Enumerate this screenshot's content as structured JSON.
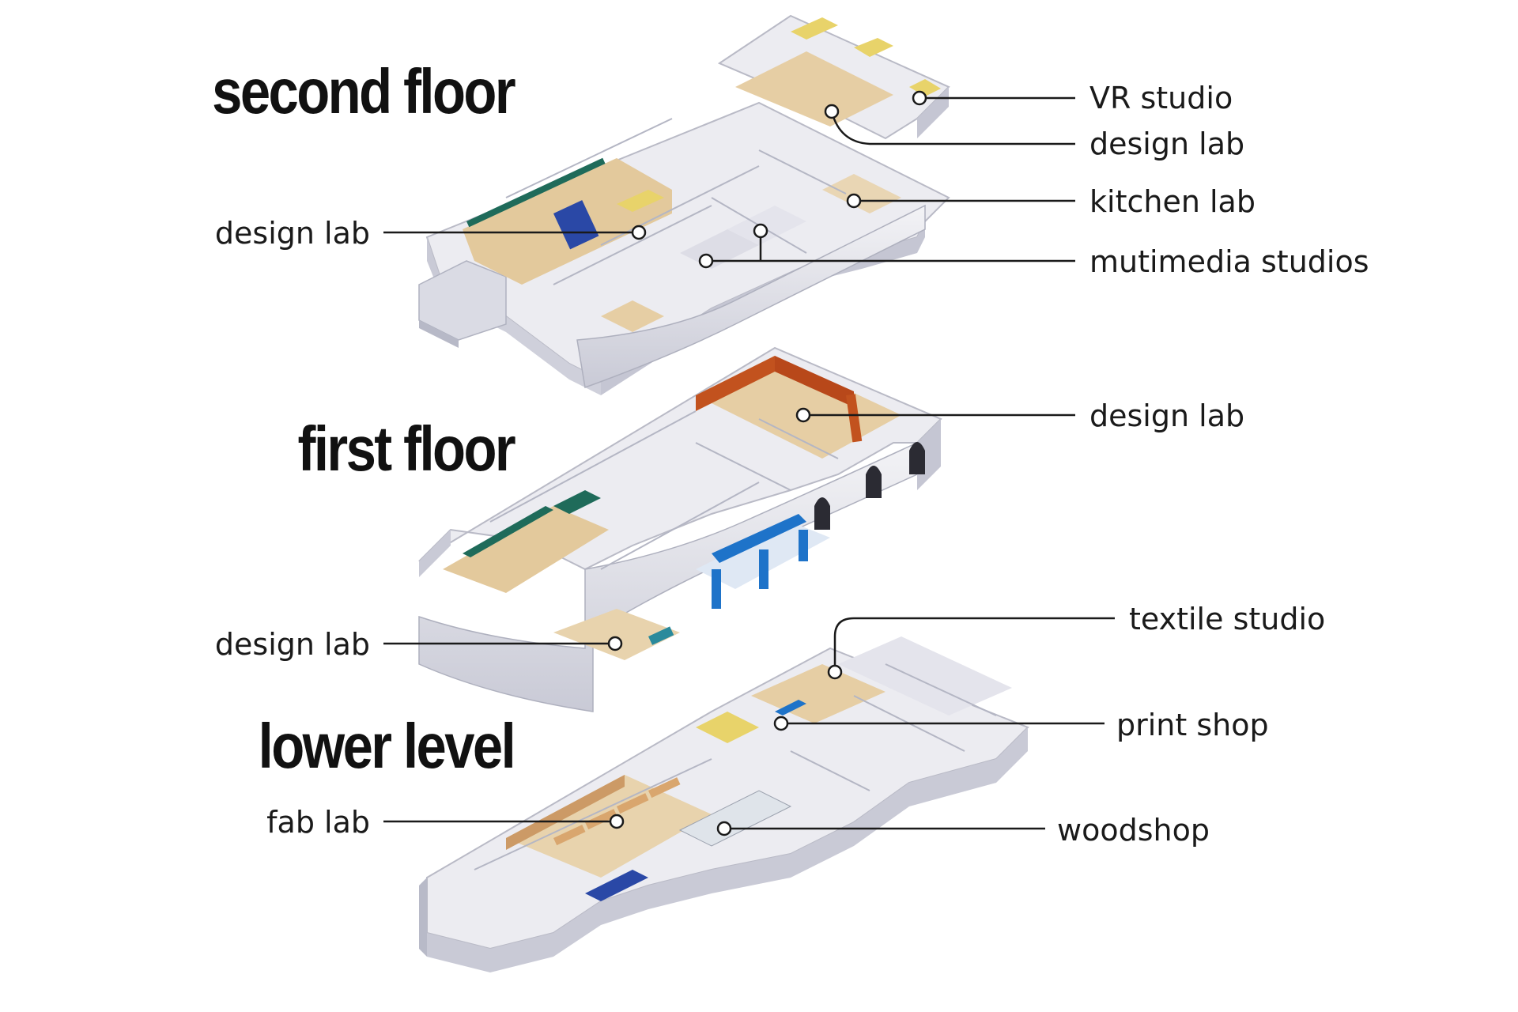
{
  "floors": [
    {
      "title": "second floor"
    },
    {
      "title": "first floor"
    },
    {
      "title": "lower level"
    }
  ],
  "labels": {
    "vr_studio": "VR studio",
    "design_lab_2f_right": "design lab",
    "kitchen_lab": "kitchen lab",
    "multimedia_studios": "mutimedia studios",
    "design_lab_2f_left": "design lab",
    "design_lab_1f_right": "design lab",
    "design_lab_1f_left": "design lab",
    "textile_studio": "textile studio",
    "print_shop": "print shop",
    "woodshop": "woodshop",
    "fab_lab": "fab lab"
  },
  "colors": {
    "wall": "#e9e9ee",
    "wall_shade": "#c9cad6",
    "floor": "#e8cfa6",
    "leader": "#1a1a1a",
    "accent_blue": "#1e73c9",
    "accent_orange": "#c2521e",
    "accent_green": "#1f6b5a",
    "accent_yellow": "#e8d36a"
  }
}
